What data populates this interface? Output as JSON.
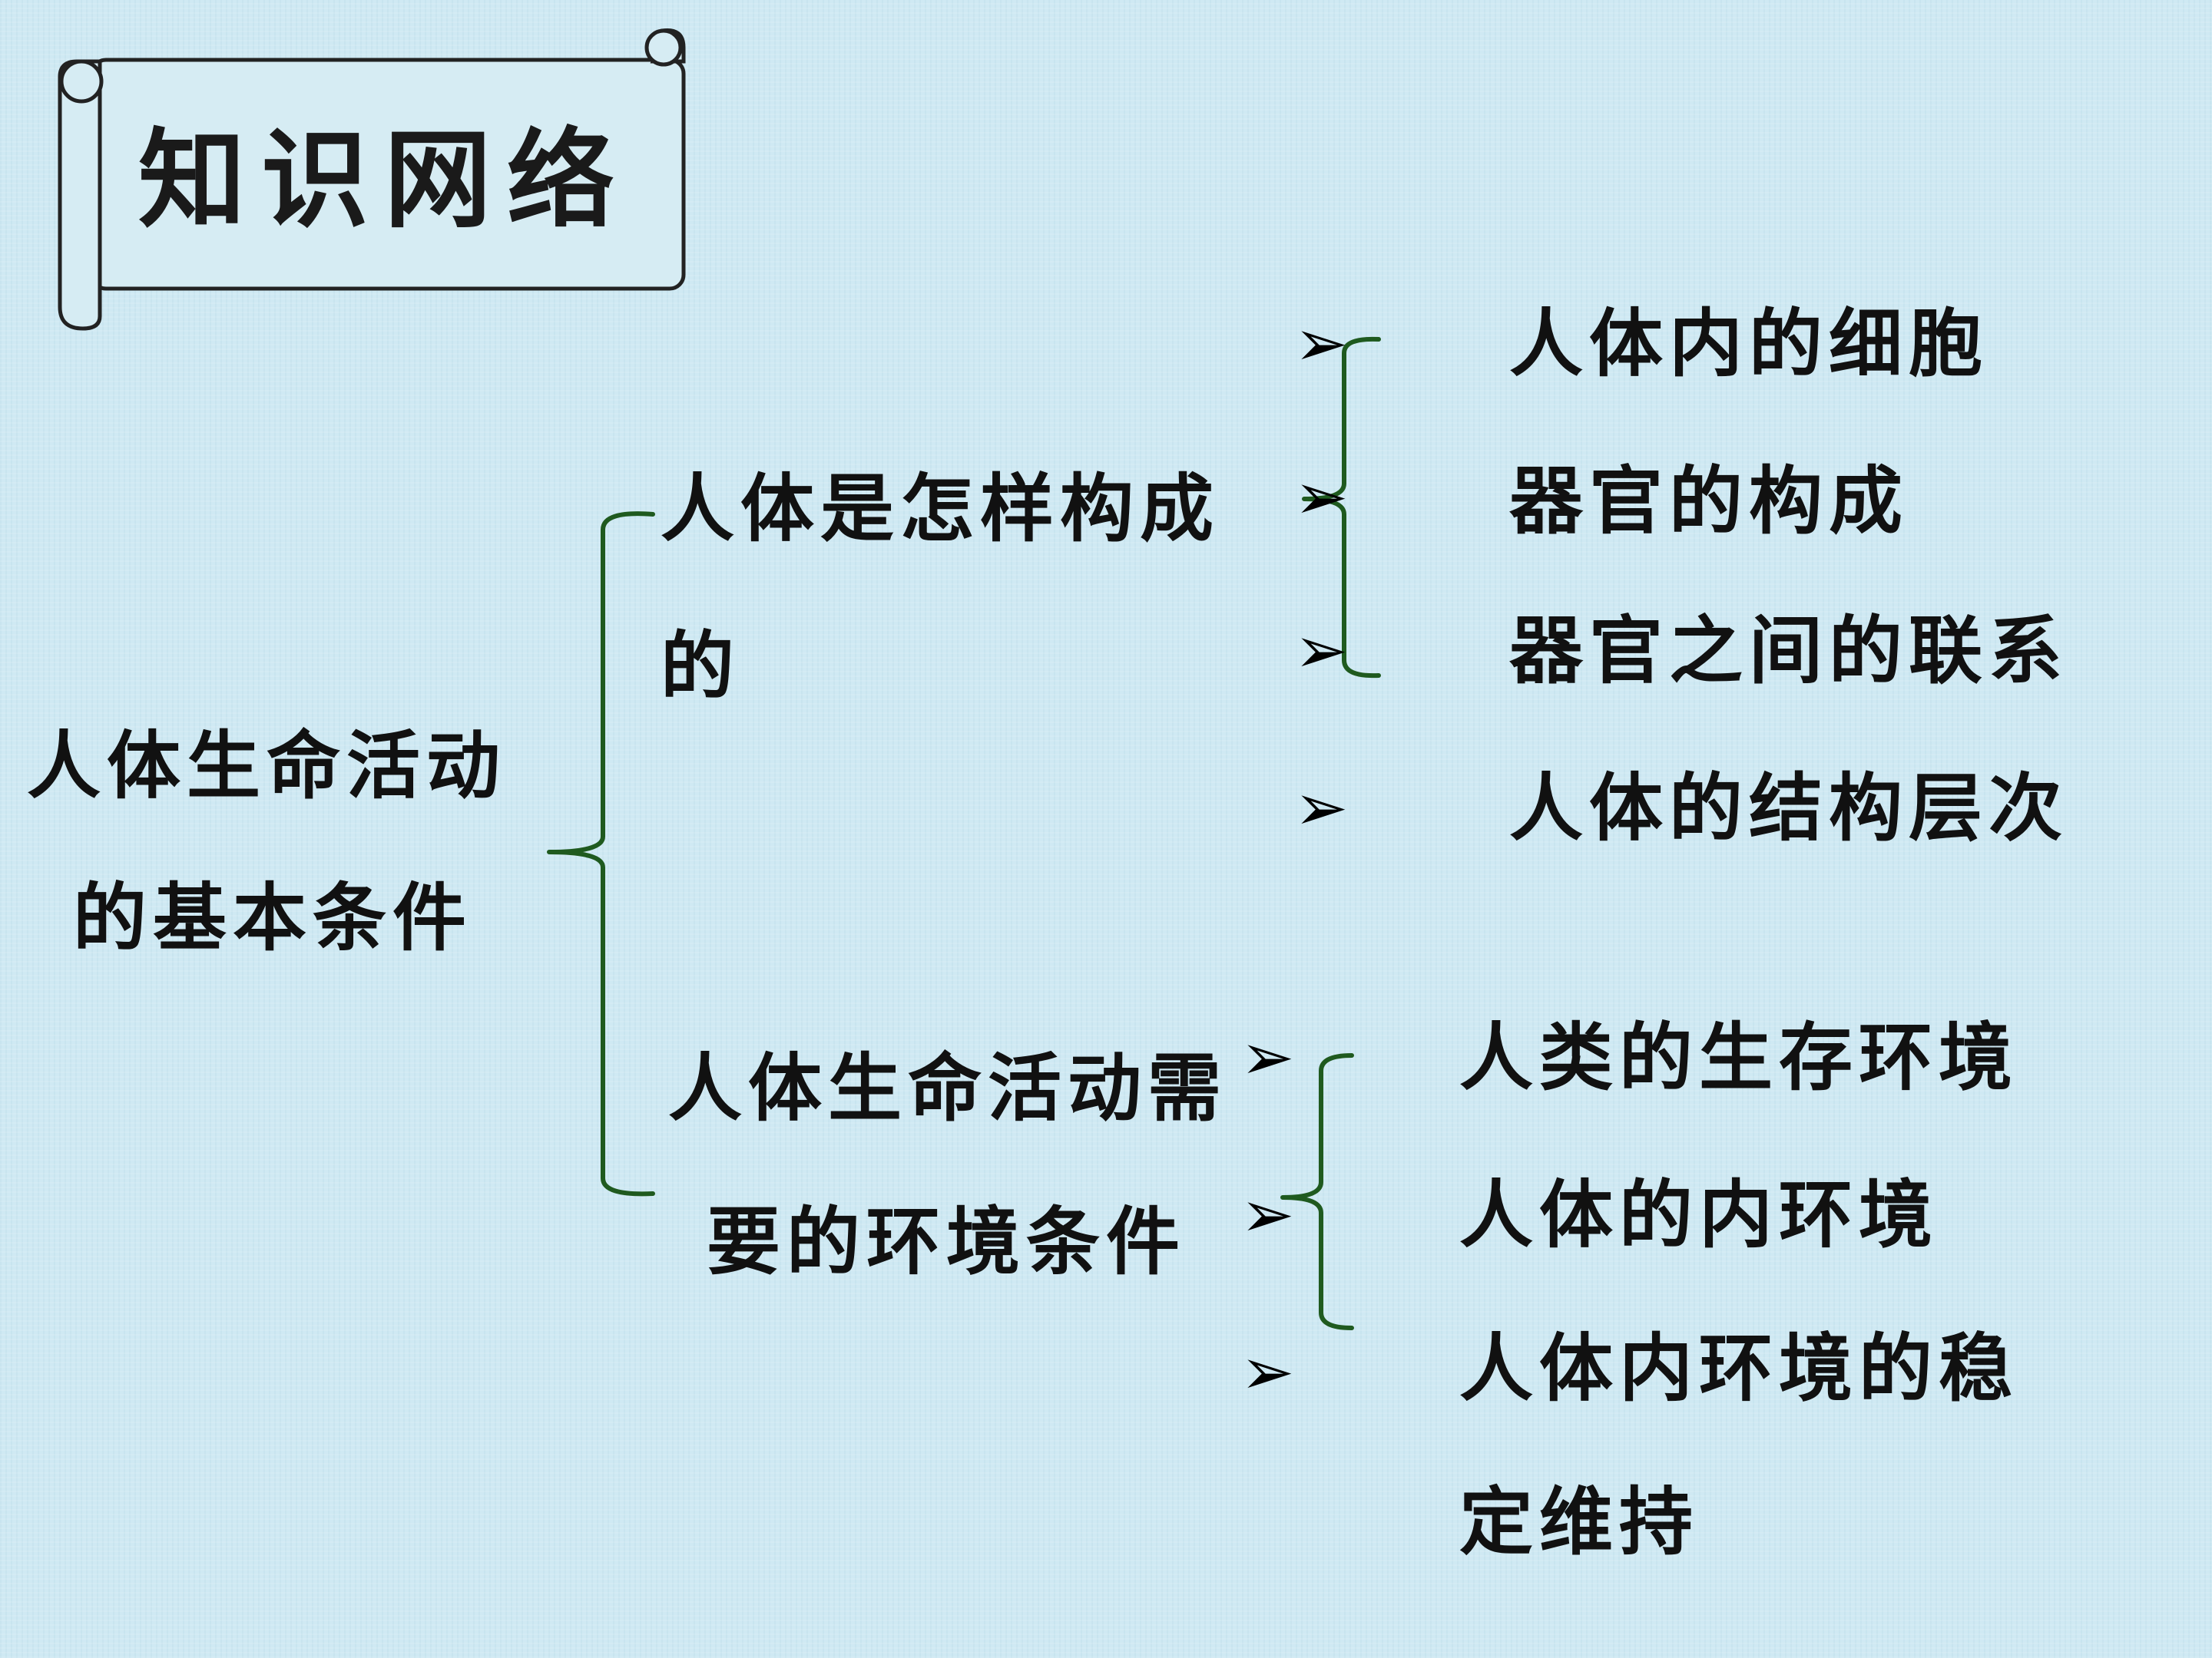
{
  "title": "知识网络",
  "root": {
    "line1": "人体生命活动",
    "line2": "的基本条件"
  },
  "branch1": {
    "line1": "人体是怎样构成",
    "line2": "的",
    "items": [
      "人体内的细胞",
      "器官的构成",
      "器官之间的联系",
      "人体的结构层次"
    ]
  },
  "branch2": {
    "line1": "人体生命活动需",
    "line2": "要的环境条件",
    "items": [
      "人类的生存环境",
      "人体的内环境",
      "人体内环境的稳",
      "定维持"
    ]
  },
  "arrow_glyph": "➢",
  "colors": {
    "brace": "#1f5a1f",
    "scroll_fill": "#d6ecf3",
    "scroll_stroke": "#222222"
  }
}
